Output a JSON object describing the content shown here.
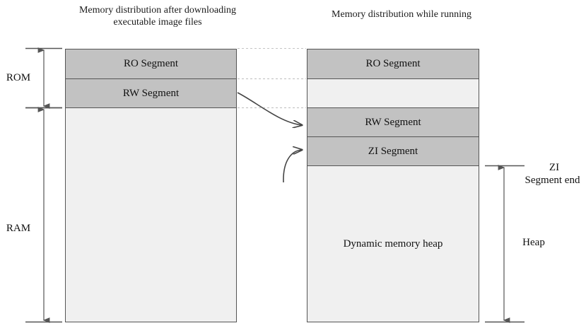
{
  "figure": {
    "titles": {
      "left": "Memory distribution after downloading executable image files",
      "right": "Memory distribution while running"
    },
    "left_column": {
      "label": "left-memory-map",
      "segments": [
        {
          "name": "ro-segment",
          "label": "RO Segment",
          "fill": "#c2c2c2"
        },
        {
          "name": "rw-segment",
          "label": "RW Segment",
          "fill": "#c2c2c2"
        },
        {
          "name": "free-area",
          "label": "",
          "fill": "#f0f0f0"
        }
      ]
    },
    "right_column": {
      "label": "right-memory-map",
      "segments": [
        {
          "name": "ro-segment",
          "label": "RO Segment",
          "fill": "#c2c2c2"
        },
        {
          "name": "gap-area",
          "label": "",
          "fill": "#f0f0f0"
        },
        {
          "name": "rw-segment",
          "label": "RW Segment",
          "fill": "#c2c2c2"
        },
        {
          "name": "zi-segment",
          "label": "ZI Segment",
          "fill": "#c2c2c2"
        },
        {
          "name": "dynamic-heap",
          "label": "Dynamic memory heap",
          "fill": "#f0f0f0"
        }
      ]
    },
    "measures": {
      "rom": "ROM",
      "ram": "RAM",
      "zi_segment_end_line1": "ZI",
      "zi_segment_end_line2": "Segment end",
      "heap": "Heap"
    },
    "colors": {
      "segment_fill": "#c2c2c2",
      "free_fill": "#f0f0f0",
      "border": "#555555",
      "arrow": "#555555",
      "dotted": "#bbbbbb"
    }
  }
}
